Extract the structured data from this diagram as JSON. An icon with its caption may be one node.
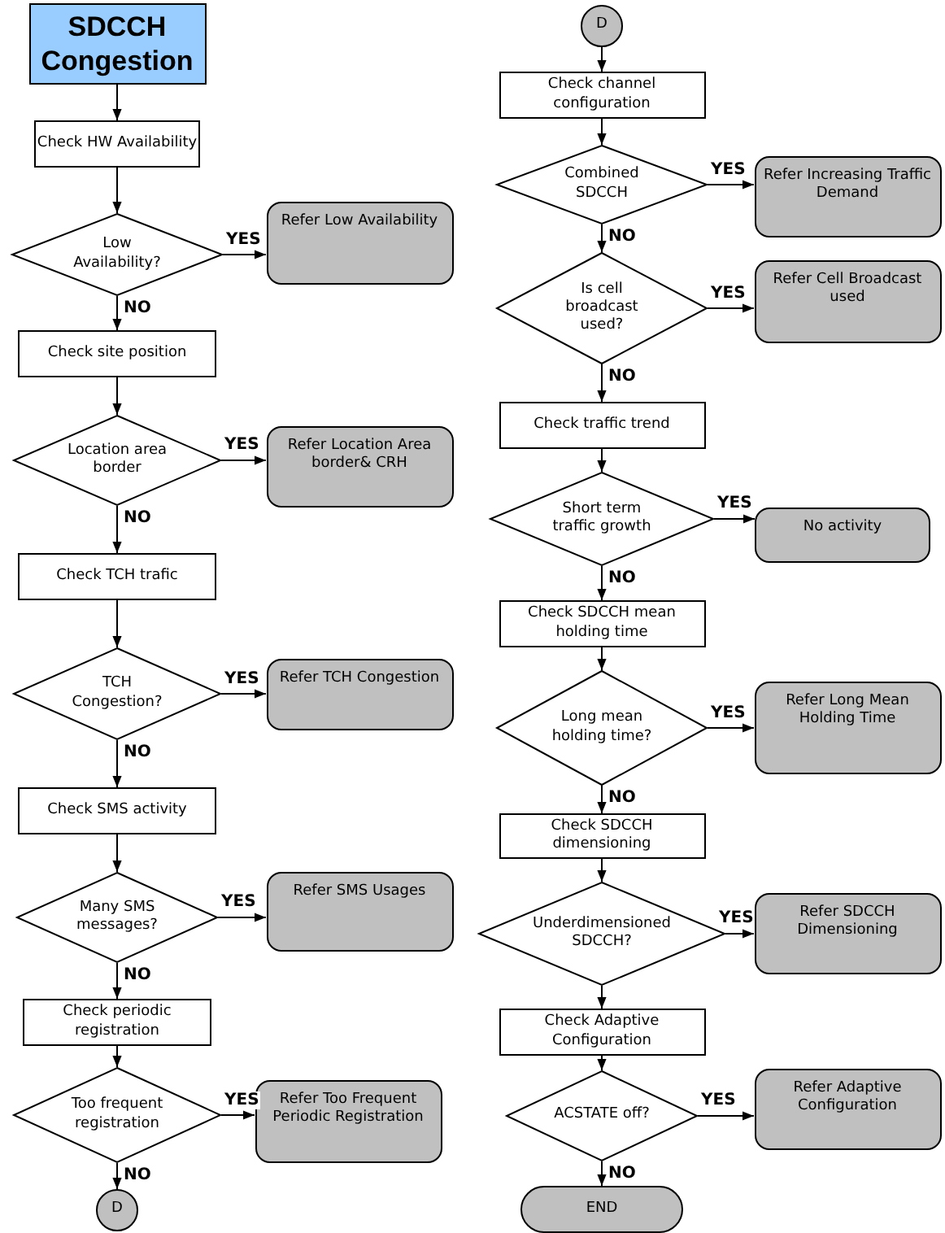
{
  "diagram": {
    "nodes": [
      {
        "text": [
          "SDCCH Congestion"
        ]
      },
      {
        "text": [
          "Check HW Availability"
        ]
      },
      {
        "text": [
          "Low Availability?"
        ]
      },
      {
        "text": [
          "Refer Low Availability"
        ]
      },
      {
        "text": [
          "Check site position"
        ]
      },
      {
        "text": [
          "Location area border"
        ]
      },
      {
        "text": [
          "Refer Location Area border& CRH"
        ]
      },
      {
        "text": [
          "Check TCH trafic"
        ]
      },
      {
        "text": [
          "TCH Congestion?"
        ]
      },
      {
        "text": [
          "Refer TCH Congestion"
        ]
      },
      {
        "text": [
          "Check SMS activity"
        ]
      },
      {
        "text": [
          "Many SMS messages?"
        ]
      },
      {
        "text": [
          "Refer SMS Usages"
        ]
      },
      {
        "text": [
          "Check periodic registration"
        ]
      },
      {
        "text": [
          "Too frequent registration"
        ]
      },
      {
        "text": [
          "Refer Too Frequent Periodic Registration"
        ]
      },
      {
        "text": [
          "D"
        ]
      },
      {
        "text": [
          "D"
        ]
      },
      {
        "text": [
          "Check channel configuration"
        ]
      },
      {
        "text": [
          "Combined SDCCH"
        ]
      },
      {
        "text": [
          "Refer Increasing Traffic Demand"
        ]
      },
      {
        "text": [
          "Is cell broadcast used?"
        ]
      },
      {
        "text": [
          "Refer Cell Broadcast used"
        ]
      },
      {
        "text": [
          "Check traffic trend"
        ]
      },
      {
        "text": [
          "Short term traffic growth"
        ]
      },
      {
        "text": [
          "No activity"
        ]
      },
      {
        "text": [
          "Check SDCCH mean holding time"
        ]
      },
      {
        "text": [
          "Long mean holding time?"
        ]
      },
      {
        "text": [
          "Refer Long Mean Holding Time"
        ]
      },
      {
        "text": [
          "Check SDCCH dimensioning"
        ]
      },
      {
        "text": [
          "Underdimensioned SDCCH?"
        ]
      },
      {
        "text": [
          "Refer SDCCH Dimensioning"
        ]
      },
      {
        "text": [
          "Check Adaptive Configuration"
        ]
      },
      {
        "text": [
          "ACSTATE off?"
        ]
      },
      {
        "text": [
          "Refer Adaptive Configuration"
        ]
      },
      {
        "text": [
          "END"
        ]
      }
    ],
    "edges": [
      {
        "from": 0,
        "to": 1,
        "arrow": "to"
      },
      {
        "from": 1,
        "to": 2,
        "arrow": "to"
      },
      {
        "from": 2,
        "to": 3,
        "arrow": "to",
        "label": "YES"
      },
      {
        "from": 2,
        "to": 4,
        "arrow": "to",
        "label": "NO"
      },
      {
        "from": 4,
        "to": 5,
        "arrow": "to"
      },
      {
        "from": 5,
        "to": 6,
        "arrow": "to",
        "label": "YES"
      },
      {
        "from": 5,
        "to": 7,
        "arrow": "to",
        "label": "NO"
      },
      {
        "from": 7,
        "to": 8,
        "arrow": "to"
      },
      {
        "from": 8,
        "to": 9,
        "arrow": "to",
        "label": "YES"
      },
      {
        "from": 8,
        "to": 10,
        "arrow": "to",
        "label": "NO"
      },
      {
        "from": 10,
        "to": 11,
        "arrow": "to"
      },
      {
        "from": 11,
        "to": 12,
        "arrow": "to",
        "label": "YES"
      },
      {
        "from": 11,
        "to": 13,
        "arrow": "to",
        "label": "NO"
      },
      {
        "from": 13,
        "to": 14,
        "arrow": "to"
      },
      {
        "from": 14,
        "to": 15,
        "arrow": "to",
        "label": "YES"
      },
      {
        "from": 14,
        "to": 16,
        "arrow": "to",
        "label": "NO"
      },
      {
        "from": 17,
        "to": 18,
        "arrow": "to"
      },
      {
        "from": 18,
        "to": 19,
        "arrow": "to"
      },
      {
        "from": 19,
        "to": 20,
        "arrow": "to",
        "label": "YES"
      },
      {
        "from": 19,
        "to": 21,
        "arrow": "to",
        "label": "NO"
      },
      {
        "from": 21,
        "to": 22,
        "arrow": "to",
        "label": "YES"
      },
      {
        "from": 21,
        "to": 23,
        "arrow": "to",
        "label": "NO"
      },
      {
        "from": 23,
        "to": 24,
        "arrow": "to"
      },
      {
        "from": 24,
        "to": 25,
        "arrow": "to",
        "label": "YES"
      },
      {
        "from": 24,
        "to": 26,
        "arrow": "to",
        "label": "NO"
      },
      {
        "from": 26,
        "to": 27,
        "arrow": "to"
      },
      {
        "from": 27,
        "to": 28,
        "arrow": "to",
        "label": "YES"
      },
      {
        "from": 27,
        "to": 29,
        "arrow": "to",
        "label": "NO"
      },
      {
        "from": 29,
        "to": 30,
        "arrow": "to"
      },
      {
        "from": 30,
        "to": 31,
        "arrow": "to",
        "label": "YES"
      },
      {
        "from": 30,
        "to": 32,
        "arrow": "to"
      },
      {
        "from": 32,
        "to": 33,
        "arrow": "to"
      },
      {
        "from": 33,
        "to": 34,
        "arrow": "to",
        "label": "YES"
      },
      {
        "from": 33,
        "to": 35,
        "arrow": "to",
        "label": "NO"
      }
    ]
  }
}
